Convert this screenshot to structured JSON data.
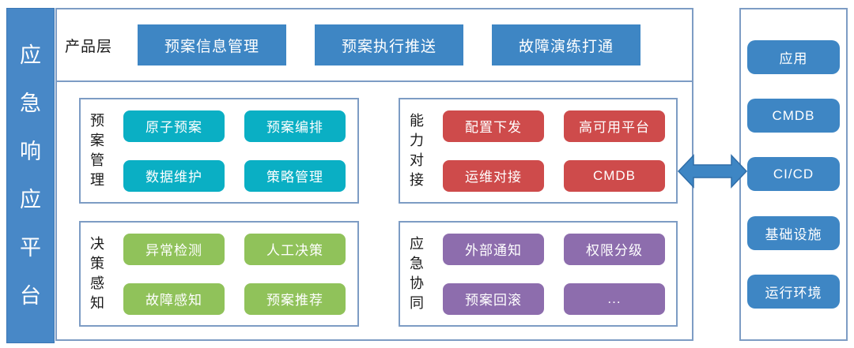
{
  "platform": {
    "title": "应急响应平台"
  },
  "product_layer": {
    "label": "产品层",
    "items": [
      "预案信息管理",
      "预案执行推送",
      "故障演练打通"
    ]
  },
  "groups": [
    {
      "label": "预案管理",
      "color": "#0AAFC4",
      "items": [
        "原子预案",
        "预案编排",
        "数据维护",
        "策略管理"
      ]
    },
    {
      "label": "能力对接",
      "color": "#CE4B4B",
      "items": [
        "配置下发",
        "高可用平台",
        "运维对接",
        "CMDB"
      ]
    },
    {
      "label": "决策感知",
      "color": "#90C25A",
      "items": [
        "异常检测",
        "人工决策",
        "故障感知",
        "预案推荐"
      ]
    },
    {
      "label": "应急协同",
      "color": "#8D6DAD",
      "items": [
        "外部通知",
        "权限分级",
        "预案回滚",
        "..."
      ]
    }
  ],
  "integration_panel": {
    "items": [
      "应用",
      "CMDB",
      "CI/CD",
      "基础设施",
      "运行环境"
    ]
  },
  "icons": {
    "link_arrow": "double-headed-horizontal-arrow"
  },
  "colors": {
    "sidebar_blue": "#4888C7",
    "node_blue": "#3E86C4",
    "teal": "#0AAFC4",
    "red": "#CE4B4B",
    "green": "#90C25A",
    "purple": "#8D6DAD",
    "border_steel_blue": "#7D9CC4",
    "text_dark": "#1a1a1a",
    "node_text": "#ffffff"
  }
}
